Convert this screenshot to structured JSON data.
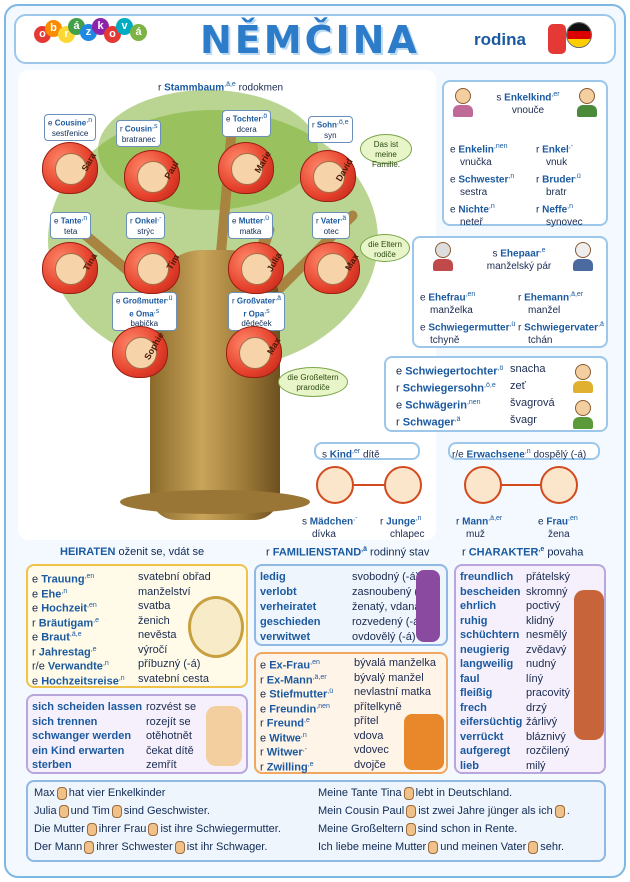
{
  "header": {
    "logo_letters": [
      "o",
      "b",
      "r",
      "á",
      "z",
      "k",
      "o",
      "v",
      "á"
    ],
    "logo_colors": [
      "#e53935",
      "#fb8c00",
      "#fdd835",
      "#43a047",
      "#1e88e5",
      "#8e24aa",
      "#e53935",
      "#00acc1",
      "#7cb342"
    ],
    "title": "NĚMČINA",
    "subtitle": "rodina",
    "flag_colors": [
      "#111111",
      "#dd0000",
      "#ffce00"
    ]
  },
  "tree": {
    "stammbaum": {
      "art": "r",
      "word": "Stammbaum",
      "gram": ",ä,e",
      "cz": "rodokmen"
    },
    "labels": [
      {
        "art": "e",
        "word": "Cousine",
        "gram": ",n",
        "cz": "sestřenice"
      },
      {
        "art": "r",
        "word": "Cousin",
        "gram": ",s",
        "cz": "bratranec"
      },
      {
        "art": "e",
        "word": "Tochter",
        "gram": ",ö",
        "cz": "dcera"
      },
      {
        "art": "r",
        "word": "Sohn",
        "gram": ",ö,e",
        "cz": "syn"
      },
      {
        "art": "e",
        "word": "Tante",
        "gram": ",n",
        "cz": "teta"
      },
      {
        "art": "r",
        "word": "Onkel",
        "gram": ",-",
        "cz": "strýc"
      },
      {
        "art": "e",
        "word": "Mutter",
        "gram": ",ü",
        "cz": "matka"
      },
      {
        "art": "r",
        "word": "Vater",
        "gram": ",ä",
        "cz": "otec"
      },
      {
        "art": "e",
        "word": "Großmutter",
        "gram": ",ü",
        "word2": "e Oma",
        "gram2": ",s",
        "cz": "babička"
      },
      {
        "art": "r",
        "word": "Großvater",
        "gram": ",ä",
        "word2": "r Opa",
        "gram2": ",s",
        "cz": "dědeček"
      }
    ],
    "apples": [
      "Sara",
      "Paul",
      "Marie",
      "David",
      "Tina",
      "Tim",
      "Julia",
      "Max",
      "Sophie",
      "Max"
    ],
    "bubbles": [
      "Das ist meine Familie.",
      "die Eltern rodiče",
      "die Großeltern prarodiče"
    ]
  },
  "enkel": {
    "head": {
      "art": "s",
      "word": "Enkelkind",
      "gram": ",er",
      "cz": "vnouče"
    },
    "items": [
      {
        "art": "e",
        "word": "Enkelin",
        "gram": ",nen",
        "cz": "vnučka"
      },
      {
        "art": "r",
        "word": "Enkel",
        "gram": ",-",
        "cz": "vnuk"
      },
      {
        "art": "e",
        "word": "Schwester",
        "gram": ",n",
        "cz": "sestra"
      },
      {
        "art": "r",
        "word": "Bruder",
        "gram": ",ü",
        "cz": "bratr"
      },
      {
        "art": "e",
        "word": "Nichte",
        "gram": ",n",
        "cz": "neteř"
      },
      {
        "art": "r",
        "word": "Neffe",
        "gram": ",n",
        "cz": "synovec"
      }
    ]
  },
  "ehepaar": {
    "head": {
      "art": "s",
      "word": "Ehepaar",
      "gram": ",e",
      "cz": "manželský pár"
    },
    "items": [
      {
        "art": "e",
        "word": "Ehefrau",
        "gram": ",en",
        "cz": "manželka"
      },
      {
        "art": "r",
        "word": "Ehemann",
        "gram": ",ä,er",
        "cz": "manžel"
      },
      {
        "art": "e",
        "word": "Schwiegermutter",
        "gram": ",ü",
        "cz": "tchyně"
      },
      {
        "art": "r",
        "word": "Schwiegervater",
        "gram": ",ä",
        "cz": "tchán"
      }
    ]
  },
  "schwieger": [
    {
      "art": "e",
      "word": "Schwiegertochter",
      "gram": ",ö",
      "cz": "snacha"
    },
    {
      "art": "r",
      "word": "Schwiegersohn",
      "gram": ",ö,e",
      "cz": "zeť"
    },
    {
      "art": "e",
      "word": "Schwägerin",
      "gram": ",nen",
      "cz": "švagrová"
    },
    {
      "art": "r",
      "word": "Schwager",
      "gram": ",ä",
      "cz": "švagr"
    }
  ],
  "kind": {
    "art": "s",
    "word": "Kind",
    "gram": ",er",
    "cz": "dítě"
  },
  "erwachsene": {
    "art": "r/e",
    "word": "Erwachsene",
    "gram": ",n",
    "cz": "dospělý (-á)"
  },
  "kids": [
    {
      "art": "s",
      "word": "Mädchen",
      "gram": ",-",
      "cz": "dívka"
    },
    {
      "art": "r",
      "word": "Junge",
      "gram": ",n",
      "cz": "chlapec"
    },
    {
      "art": "r",
      "word": "Mann",
      "gram": ",ä,er",
      "cz": "muž"
    },
    {
      "art": "e",
      "word": "Frau",
      "gram": ",en",
      "cz": "žena"
    }
  ],
  "heiraten": {
    "title": "HEIRATEN",
    "cz": "oženit se, vdát se",
    "items": [
      {
        "art": "e",
        "word": "Trauung",
        "gram": ",en",
        "cz": "svatební obřad"
      },
      {
        "art": "e",
        "word": "Ehe",
        "gram": ",n",
        "cz": "manželství"
      },
      {
        "art": "e",
        "word": "Hochzeit",
        "gram": ",en",
        "cz": "svatba"
      },
      {
        "art": "r",
        "word": "Bräutigam",
        "gram": ",e",
        "cz": "ženich"
      },
      {
        "art": "e",
        "word": "Braut",
        "gram": ",ä,e",
        "cz": "nevěsta"
      },
      {
        "art": "r",
        "word": "Jahrestag",
        "gram": ",e",
        "cz": "výročí"
      },
      {
        "art": "r/e",
        "word": "Verwandte",
        "gram": ",n",
        "cz": "příbuzný (-á)"
      },
      {
        "art": "e",
        "word": "Hochzeitsreise",
        "gram": ",n",
        "cz": "svatební cesta"
      }
    ]
  },
  "verbs": [
    {
      "de": "sich scheiden lassen",
      "cz": "rozvést se"
    },
    {
      "de": "sich trennen",
      "cz": "rozejít se"
    },
    {
      "de": "schwanger werden",
      "cz": "otěhotnět"
    },
    {
      "de": "ein Kind erwarten",
      "cz": "čekat dítě"
    },
    {
      "de": "sterben",
      "cz": "zemřít"
    }
  ],
  "familienstand": {
    "art": "r",
    "title": "FAMILIENSTAND",
    "gram": ",ä",
    "cz": "rodinný stav",
    "items": [
      {
        "de": "ledig",
        "cz": "svobodný (-á)"
      },
      {
        "de": "verlobt",
        "cz": "zasnoubený (-á)"
      },
      {
        "de": "verheiratet",
        "cz": "ženatý, vdaná"
      },
      {
        "de": "geschieden",
        "cz": "rozvedený (-á)"
      },
      {
        "de": "verwitwet",
        "cz": "ovdovělý (-á)"
      }
    ]
  },
  "ex": [
    {
      "art": "e",
      "word": "Ex-Frau",
      "gram": ",en",
      "cz": "bývalá manželka"
    },
    {
      "art": "r",
      "word": "Ex-Mann",
      "gram": ",ä,er",
      "cz": "bývalý manžel"
    },
    {
      "art": "e",
      "word": "Stiefmutter",
      "gram": ",ü",
      "cz": "nevlastní matka"
    },
    {
      "art": "e",
      "word": "Freundin",
      "gram": ",nen",
      "cz": "přítelkyně"
    },
    {
      "art": "r",
      "word": "Freund",
      "gram": ",e",
      "cz": "přítel"
    },
    {
      "art": "e",
      "word": "Witwe",
      "gram": ",n",
      "cz": "vdova"
    },
    {
      "art": "r",
      "word": "Witwer",
      "gram": ",-",
      "cz": "vdovec"
    },
    {
      "art": "r",
      "word": "Zwilling",
      "gram": ",e",
      "cz": "dvojče"
    }
  ],
  "charakter": {
    "art": "r",
    "title": "CHARAKTER",
    "gram": ",e",
    "cz": "povaha",
    "items": [
      {
        "de": "freundlich",
        "cz": "přátelský"
      },
      {
        "de": "bescheiden",
        "cz": "skromný"
      },
      {
        "de": "ehrlich",
        "cz": "poctivý"
      },
      {
        "de": "ruhig",
        "cz": "klidný"
      },
      {
        "de": "schüchtern",
        "cz": "nesmělý"
      },
      {
        "de": "neugierig",
        "cz": "zvědavý"
      },
      {
        "de": "langweilig",
        "cz": "nudný"
      },
      {
        "de": "faul",
        "cz": "líný"
      },
      {
        "de": "fleißig",
        "cz": "pracovitý"
      },
      {
        "de": "frech",
        "cz": "drzý"
      },
      {
        "de": "eifersüchtig",
        "cz": "žárlivý"
      },
      {
        "de": "verrückt",
        "cz": "bláznivý"
      },
      {
        "de": "aufgeregt",
        "cz": "rozčilený"
      },
      {
        "de": "lieb",
        "cz": "milý"
      }
    ]
  },
  "sentences": {
    "left": [
      [
        "Max",
        "hat vier Enkelkinder"
      ],
      [
        "Julia",
        "und Tim",
        "sind Geschwister."
      ],
      [
        "Die Mutter",
        "ihrer Frau",
        "ist ihre Schwiegermutter."
      ],
      [
        "Der Mann",
        "ihrer Schwester",
        "ist ihr Schwager."
      ]
    ],
    "right": [
      [
        "Meine Tante Tina",
        "lebt in Deutschland."
      ],
      [
        "Mein Cousin Paul",
        "ist zwei Jahre jünger als ich",
        "."
      ],
      [
        "Meine Großeltern",
        "sind schon in Rente."
      ],
      [
        "Ich liebe meine Mutter",
        "und meinen Vater",
        "sehr."
      ]
    ]
  }
}
